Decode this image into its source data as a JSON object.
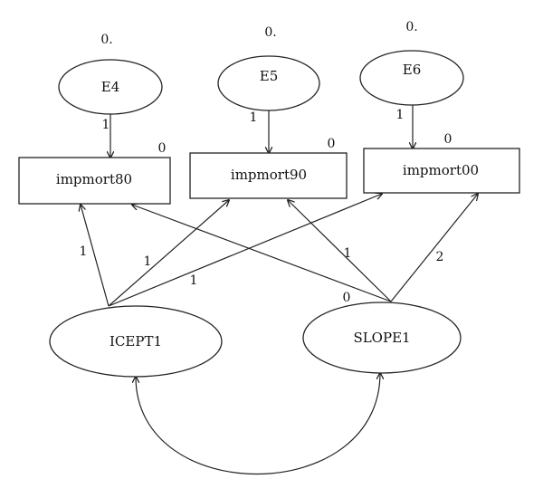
{
  "errors": [
    {
      "label": "E4",
      "mean": "0."
    },
    {
      "label": "E5",
      "mean": "0."
    },
    {
      "label": "E6",
      "mean": "0."
    }
  ],
  "indicators": [
    {
      "label": "impmort80",
      "intercept": "0"
    },
    {
      "label": "impmort90",
      "intercept": "0"
    },
    {
      "label": "impmort00",
      "intercept": "0"
    }
  ],
  "latents": [
    {
      "label": "ICEPT1"
    },
    {
      "label": "SLOPE1"
    }
  ],
  "paths": {
    "error_loadings": [
      "1",
      "1",
      "1"
    ],
    "icept_loadings": [
      "1",
      "1",
      "1"
    ],
    "slope_loadings": [
      "0",
      "1",
      "2"
    ]
  }
}
